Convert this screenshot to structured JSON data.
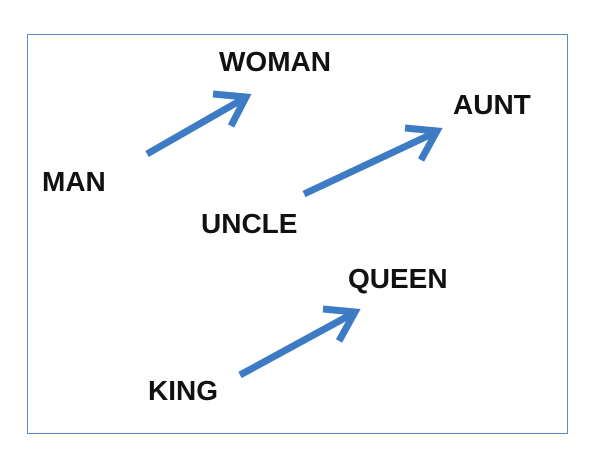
{
  "words": {
    "woman": "WOMAN",
    "aunt": "AUNT",
    "man": "MAN",
    "uncle": "UNCLE",
    "queen": "QUEEN",
    "king": "KING"
  },
  "arrows": [
    {
      "from": "man",
      "to": "woman"
    },
    {
      "from": "uncle",
      "to": "aunt"
    },
    {
      "from": "king",
      "to": "queen"
    }
  ],
  "colors": {
    "arrow": "#3d7cc4",
    "frame": "#5b8cc6",
    "text": "#111111"
  }
}
